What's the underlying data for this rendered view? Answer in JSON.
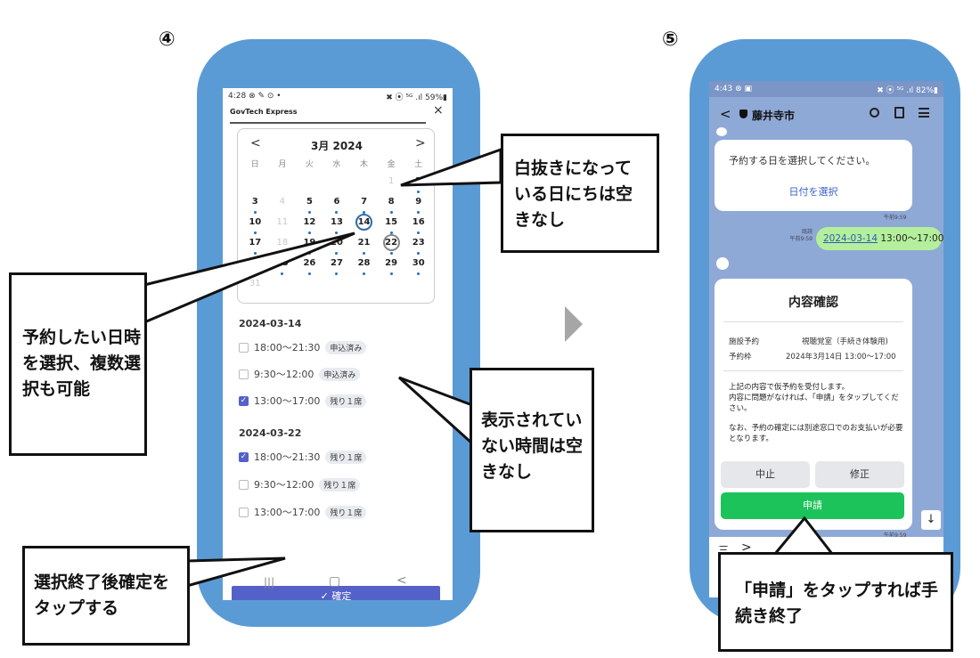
{
  "step4": {
    "number": "④",
    "statusbar": {
      "time": "4:28 ⊗ ✎ ⊙ •",
      "right": "✖ ⦿ ⁵ᴳ .ıl 59%▮"
    },
    "app_title": "GovTech Express",
    "close": "×",
    "calendar": {
      "prev": "<",
      "next": ">",
      "month": "3月 2024",
      "weekdays": [
        "日",
        "月",
        "火",
        "水",
        "木",
        "金",
        "土"
      ]
    },
    "date1": "2024-03-14",
    "date1_slots": [
      {
        "time": "18:00〜21:30",
        "badge": "申込済み"
      },
      {
        "time": "9:30〜12:00",
        "badge": "申込済み"
      },
      {
        "time": "13:00〜17:00",
        "badge": "残り１席"
      }
    ],
    "date2": "2024-03-22",
    "date2_slots": [
      {
        "time": "18:00〜21:30",
        "badge": "残り１席"
      },
      {
        "time": "9:30〜12:00",
        "badge": "残り１席"
      },
      {
        "time": "13:00〜17:00",
        "badge": "残り１席"
      }
    ],
    "confirm_button": "✓ 確定",
    "nav": {
      "recent": "|||",
      "home": "▢",
      "back": "<"
    }
  },
  "step5": {
    "number": "⑤",
    "statusbar": {
      "time": "4:43 ⊗ ▣",
      "right": "✖ ⦿ ⁵ᴳ .ıl 82%▮"
    },
    "header": {
      "back": "<",
      "title": "藤井寺市"
    },
    "msg1": {
      "text": "予約する日を選択してください。",
      "link": "日付を選択",
      "time": "午前9:59"
    },
    "user_msg": {
      "read": "既読",
      "time": "午前9:59",
      "date": "2024-03-14",
      "range": " 13:00〜17:00"
    },
    "confirm_card": {
      "title": "内容確認",
      "rows": [
        {
          "label": "施設予約",
          "value": "視聴覚室（手続き体験用)"
        },
        {
          "label": "予約枠",
          "value": "2024年3月14日 13:00〜17:00"
        }
      ],
      "body1": "上記の内容で仮予約を受付します。",
      "body2": "内容に問題がなければ、「申請」をタップしてください。",
      "body3": "なお、予約の確定には別途窓口でのお支払いが必要となります。",
      "cancel": "中止",
      "edit": "修正",
      "apply": "申請",
      "time": "午前9:59"
    },
    "scroll_down": "↓",
    "input_menu": "三",
    "input_arrow": ">"
  },
  "annotations": {
    "white_days": "白抜きになっている日にちは空きなし",
    "select_datetime": "予約したい日時を選択、複数選択も可能",
    "hidden_time": "表示されていない時間は空きなし",
    "tap_confirm": "選択終了後確定をタップする",
    "tap_apply": "「申請」をタップすれば手続き終了"
  },
  "colors": {
    "phone_frame": "#5b9bd5",
    "confirm_button": "#5461c8",
    "apply_button": "#1cc25a",
    "line_bg": "#8fa9d6",
    "user_bubble": "#b4ef9b"
  }
}
